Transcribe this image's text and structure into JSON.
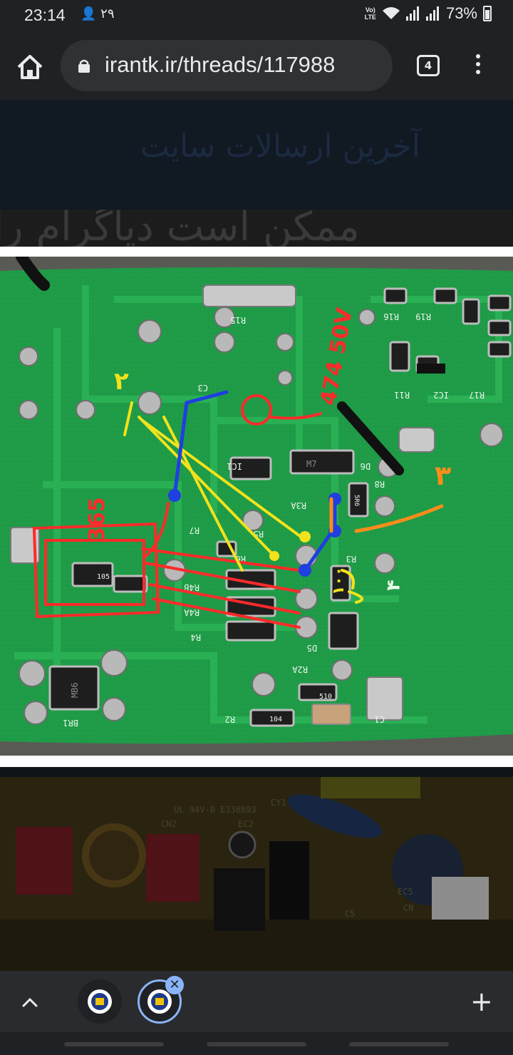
{
  "status_bar": {
    "time": "23:14",
    "left_extra": "۲۹",
    "network_badge_top": "Vo)",
    "network_badge_bottom": "LTE",
    "battery": "73%"
  },
  "toolbar": {
    "url": "irantk.ir/threads/117988",
    "tab_count": "4"
  },
  "page": {
    "banner_title": "آخرین ارسالات سایت",
    "faded_heading": "ممکن است دیاگرام را"
  },
  "pcb": {
    "silkscreen": [
      "R15",
      "R16",
      "R19",
      "R17",
      "IC2",
      "R11",
      "C3",
      "IC1",
      "D6",
      "R8",
      "R3A",
      "R7",
      "R5",
      "R6",
      "R4B",
      "R4A",
      "R4",
      "D5",
      "R2A",
      "R2",
      "C1",
      "BR1",
      "R3",
      "510",
      "104",
      "105",
      "5R6",
      "M7",
      "MB6"
    ],
    "annotations": {
      "cap_label": "474 50V",
      "number_left": "365",
      "digit_top_left": "۲",
      "digit_right": "۳",
      "num_vertical_yellow": "۱۰۰",
      "right_mark": "۴"
    },
    "lower_labels": [
      "UL 94V-0 E338893",
      "CN2",
      "EC2",
      "CY1",
      "C5",
      "EC5",
      "CN"
    ]
  },
  "bottom_bar": {
    "close_symbol": "✕",
    "new_tab_symbol": "+"
  },
  "colors": {
    "chrome_dark": "#202124",
    "omnibox": "#303134",
    "accent_blue": "#8ab4f8",
    "pcb_green": "#1f9a47"
  },
  "icons": [
    "home-icon",
    "lock-icon",
    "tab-switcher-icon",
    "overflow-menu-icon",
    "chevron-up-icon",
    "favicon-icon",
    "close-icon",
    "plus-icon",
    "wifi-icon",
    "signal-icon",
    "battery-icon"
  ]
}
